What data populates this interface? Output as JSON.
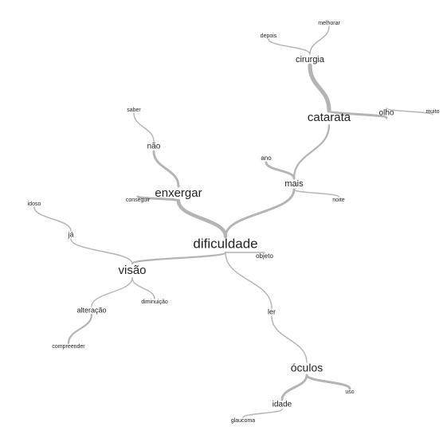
{
  "words": [
    {
      "id": "dificuldade",
      "text": "dificuldade",
      "level": 1
    },
    {
      "id": "enxergar",
      "text": "enxergar",
      "level": 2
    },
    {
      "id": "visao",
      "text": "visão",
      "level": 2
    },
    {
      "id": "catarata",
      "text": "catarata",
      "level": 2
    },
    {
      "id": "oculos",
      "text": "óculos",
      "level": 3
    },
    {
      "id": "mais",
      "text": "mais",
      "level": 4
    },
    {
      "id": "cirurgia",
      "text": "cirurgia",
      "level": 4
    },
    {
      "id": "nao",
      "text": "não",
      "level": 5
    },
    {
      "id": "idade",
      "text": "idade",
      "level": 5
    },
    {
      "id": "olho",
      "text": "olho",
      "level": 5
    },
    {
      "id": "ler",
      "text": "ler",
      "level": 6
    },
    {
      "id": "ja",
      "text": "já",
      "level": 6
    },
    {
      "id": "alteracao",
      "text": "alteração",
      "level": 6
    },
    {
      "id": "ano",
      "text": "ano",
      "level": 7
    },
    {
      "id": "objeto",
      "text": "objeto",
      "level": 7
    },
    {
      "id": "saber",
      "text": "saber",
      "level": 8
    },
    {
      "id": "conseguir",
      "text": "conseguir",
      "level": 8
    },
    {
      "id": "idoso",
      "text": "idoso",
      "level": 8
    },
    {
      "id": "diminuicao",
      "text": "diminuição",
      "level": 8
    },
    {
      "id": "compreender",
      "text": "compreender",
      "level": 8
    },
    {
      "id": "glaucoma",
      "text": "glaucoma",
      "level": 8
    },
    {
      "id": "uso",
      "text": "uso",
      "level": 8
    },
    {
      "id": "noite",
      "text": "noite",
      "level": 8
    },
    {
      "id": "depois",
      "text": "depois",
      "level": 8
    },
    {
      "id": "melhorar",
      "text": "melhorar",
      "level": 8
    },
    {
      "id": "muito",
      "text": "muito",
      "level": 8
    }
  ],
  "links": [
    {
      "from": "dificuldade",
      "to": "enxergar",
      "strength": 5
    },
    {
      "from": "dificuldade",
      "to": "mais",
      "strength": 3
    },
    {
      "from": "dificuldade",
      "to": "visao",
      "strength": 2
    },
    {
      "from": "dificuldade",
      "to": "ler",
      "strength": 1
    },
    {
      "from": "dificuldade",
      "to": "objeto",
      "strength": 1
    },
    {
      "from": "mais",
      "to": "catarata",
      "strength": 2
    },
    {
      "from": "mais",
      "to": "ano",
      "strength": 3
    },
    {
      "from": "mais",
      "to": "noite",
      "strength": 1
    },
    {
      "from": "catarata",
      "to": "cirurgia",
      "strength": 6
    },
    {
      "from": "catarata",
      "to": "olho",
      "strength": 3
    },
    {
      "from": "olho",
      "to": "muito",
      "strength": 1
    },
    {
      "from": "cirurgia",
      "to": "depois",
      "strength": 1
    },
    {
      "from": "cirurgia",
      "to": "melhorar",
      "strength": 1
    },
    {
      "from": "enxergar",
      "to": "nao",
      "strength": 3
    },
    {
      "from": "enxergar",
      "to": "conseguir",
      "strength": 3
    },
    {
      "from": "nao",
      "to": "saber",
      "strength": 1
    },
    {
      "from": "visao",
      "to": "ja",
      "strength": 1
    },
    {
      "from": "ja",
      "to": "idoso",
      "strength": 1
    },
    {
      "from": "visao",
      "to": "alteracao",
      "strength": 1
    },
    {
      "from": "visao",
      "to": "diminuicao",
      "strength": 1
    },
    {
      "from": "alteracao",
      "to": "compreender",
      "strength": 2
    },
    {
      "from": "ler",
      "to": "oculos",
      "strength": 1
    },
    {
      "from": "oculos",
      "to": "idade",
      "strength": 3
    },
    {
      "from": "oculos",
      "to": "uso",
      "strength": 3
    },
    {
      "from": "idade",
      "to": "glaucoma",
      "strength": 1
    }
  ]
}
